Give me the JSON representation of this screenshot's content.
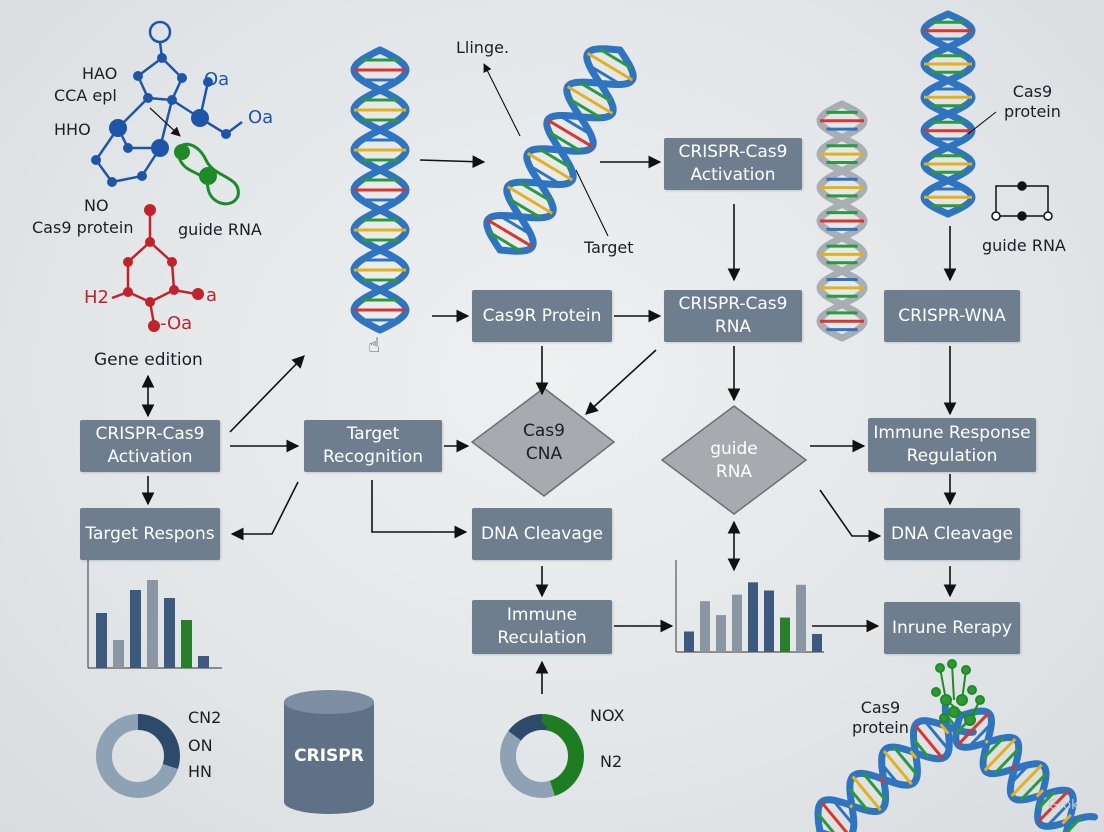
{
  "boxes": {
    "crispr_activation_top": "CRISPR-Cas9\nActivation",
    "cas9r_protein": "Cas9R Protein",
    "crispr_cas9_rna": "CRISPR-Cas9\nRNA",
    "crispr_wna": "CRISPR-WNA",
    "crispr_activation_left": "CRISPR-Cas9\nActivation",
    "target_recognition": "Target\nRecognition",
    "immune_response_regulation": "Immune Response\nRegulation",
    "target_respons": "Target Respons",
    "dna_cleavage_mid": "DNA Cleavage",
    "dna_cleavage_right": "DNA Cleavage",
    "immune_reculation": "Immune\nReculation",
    "inrune_rerapy": "Inrune Rerapy"
  },
  "diamonds": {
    "cas9_cna": "Cas9\nCNA",
    "guide_rna": "guide\nRNA"
  },
  "labels": {
    "hao": "HAO",
    "cca_epl": "CCA epl",
    "hho": "HHO",
    "o_subscript_top": "Oa",
    "o_subscript_mid": "Oa",
    "no": "NO",
    "cas9_protein_left": "Cas9 protein",
    "guide_rna_left": "guide RNA",
    "h2": "H2",
    "a_label": "a",
    "o_bottom": "-Oa",
    "gene_edition": "Gene edition",
    "llinge": "Llinge.",
    "target": "Target",
    "cas9_protein_right": "Cas9\nprotein",
    "guide_rna_right": "guide RNA",
    "cn2": "CN2",
    "on": "ON",
    "hn": "HN",
    "nox": "NOX",
    "n2": "N2",
    "cas9_protein_bottom": "Cas9\nprotein",
    "crispr_cylinder": "CRISPR",
    "watermark": "Grok"
  },
  "colors": {
    "box_fill": "#6e7e8e",
    "diamond_fill": "#a7abb0",
    "dna_blue": "#2f74c0",
    "dna_gray": "#a9aeb4",
    "molecule_blue": "#1f55a8",
    "molecule_red": "#c0242b",
    "molecule_green": "#1e8a2a",
    "bar_navy": "#3d5a7e",
    "bar_gray": "#8a96a2",
    "bar_green": "#2a7d2a",
    "arrow": "#111111"
  },
  "chart_left": {
    "values": [
      55,
      28,
      78,
      88,
      70,
      48,
      12
    ],
    "colors": [
      "navy",
      "gray",
      "navy",
      "gray",
      "navy",
      "green",
      "navy"
    ]
  },
  "chart_mid": {
    "values": [
      25,
      62,
      45,
      70,
      85,
      75,
      42,
      82,
      22
    ],
    "colors": [
      "navy",
      "gray",
      "gray",
      "gray",
      "navy",
      "navy",
      "green",
      "gray",
      "navy"
    ]
  },
  "donut_left": {
    "values": [
      30,
      70
    ],
    "colors": [
      "navy",
      "gray"
    ]
  },
  "donut_mid": {
    "values": [
      45,
      40,
      15
    ],
    "colors": [
      "green",
      "gray",
      "navy"
    ]
  }
}
